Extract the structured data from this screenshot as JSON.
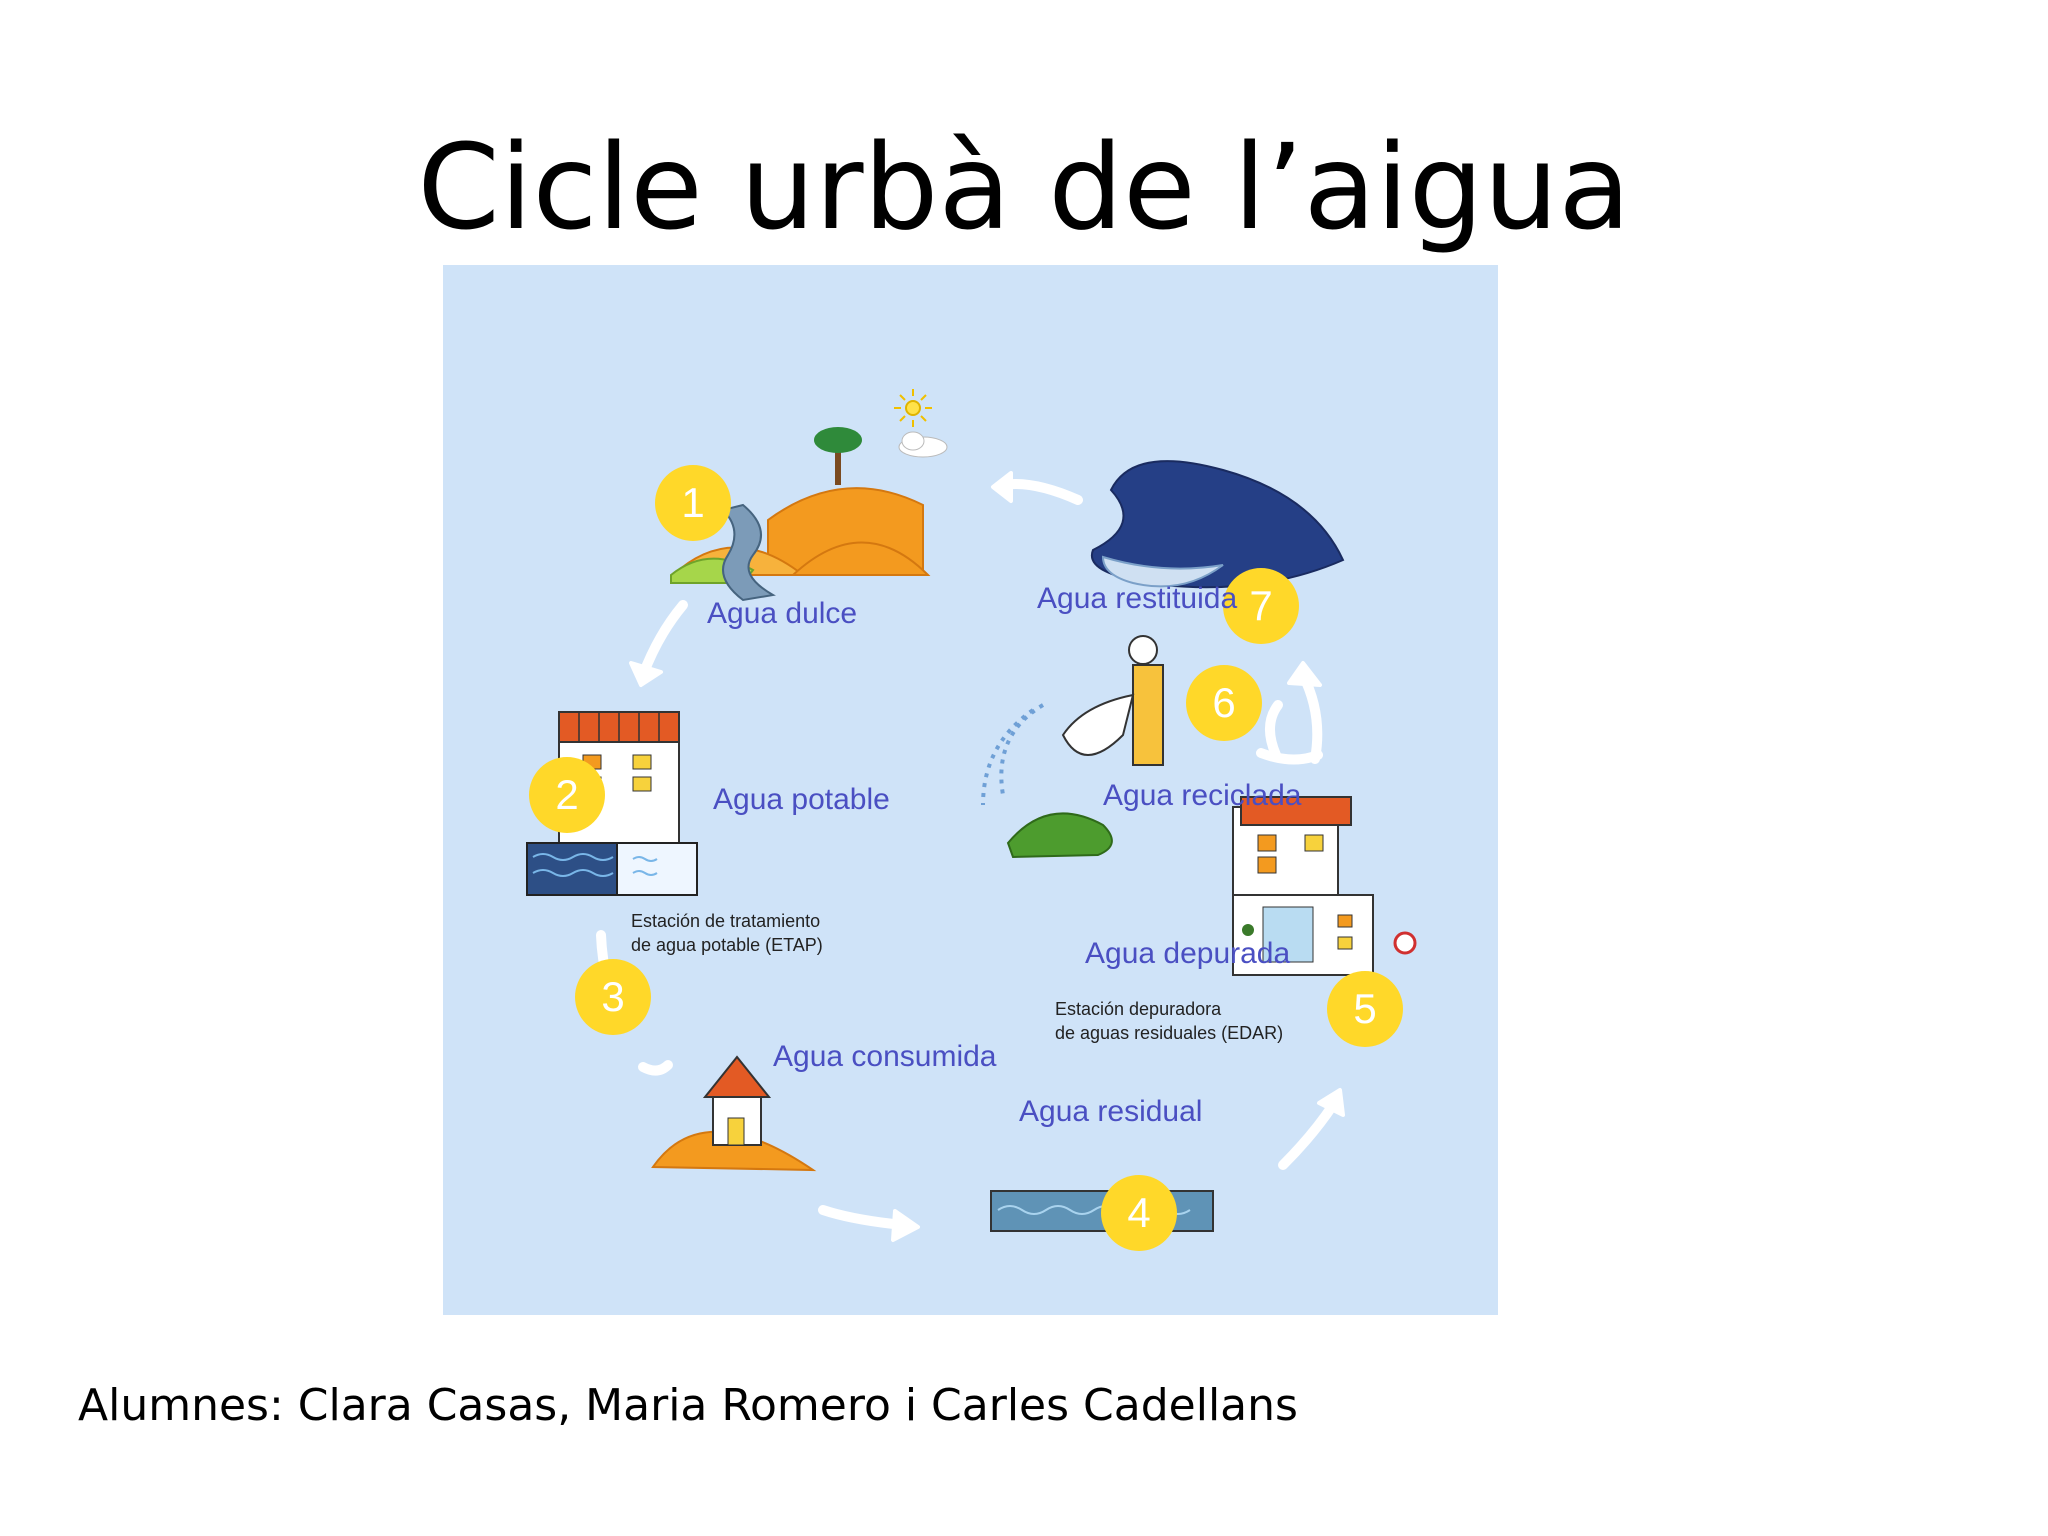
{
  "slide": {
    "title": "Cicle urbà de l’aigua",
    "authors": "Alumnes: Clara Casas, Maria Romero i Carles Cadellans"
  },
  "diagram": {
    "stages": [
      {
        "number": "1",
        "label": "Agua dulce"
      },
      {
        "number": "2",
        "label": "Agua potable",
        "caption_line1": "Estación de tratamiento",
        "caption_line2": "de agua potable (ETAP)"
      },
      {
        "number": "3",
        "label": "Agua consumida"
      },
      {
        "number": "4",
        "label": "Agua residual"
      },
      {
        "number": "5",
        "label": "Agua depurada",
        "caption_line1": "Estación depuradora",
        "caption_line2": "de aguas residuales (EDAR)"
      },
      {
        "number": "6",
        "label": "Agua reciclada"
      },
      {
        "number": "7",
        "label": "Agua restituida"
      }
    ],
    "colors": {
      "background": "#cfe3f8",
      "step_circle": "#ffd829",
      "label_text": "#4a4fc2",
      "orange": "#f39a1f",
      "roof_red": "#e35a24",
      "water": "#3f6f9a"
    }
  }
}
